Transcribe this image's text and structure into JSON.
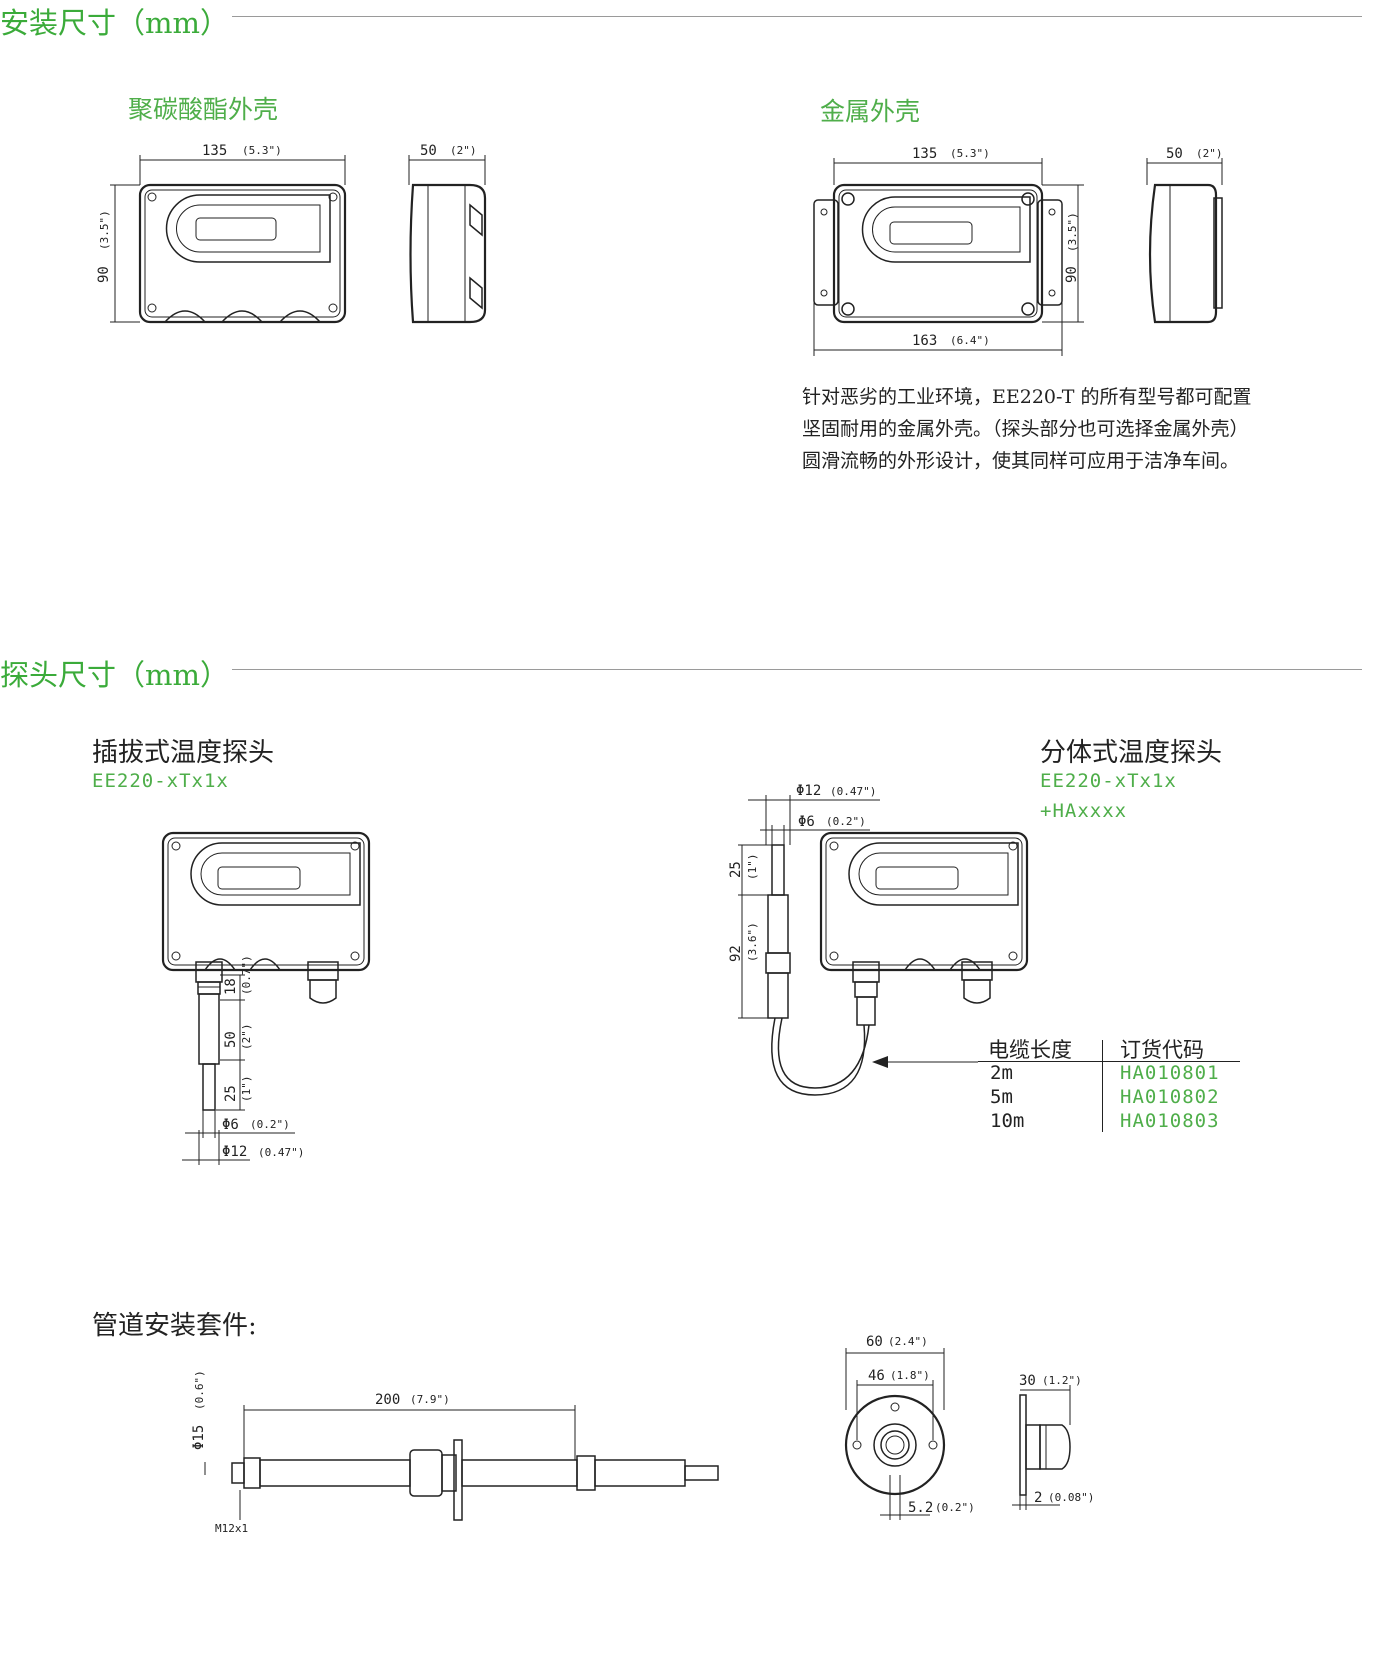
{
  "sections": {
    "install": "安装尺寸（mm）",
    "probe": "探头尺寸（mm）"
  },
  "install": {
    "poly_title": "聚碳酸酯外壳",
    "metal_title": "金属外壳",
    "poly_width": "135",
    "poly_width_in": "(5.3\")",
    "poly_height": "90",
    "poly_height_in": "(3.5\")",
    "poly_depth": "50",
    "poly_depth_in": "(2\")",
    "metal_width": "135",
    "metal_width_in": "(5.3\")",
    "metal_depth": "50",
    "metal_depth_in": "(2\")",
    "metal_height": "90",
    "metal_height_in": "(3.5\")",
    "metal_total": "163",
    "metal_total_in": "(6.4\")",
    "description": [
      "针对恶劣的工业环境，EE220-T 的所有型号都可配置",
      "坚固耐用的金属外壳。（探头部分也可选择金属外壳）",
      "圆滑流畅的外形设计，使其同样可应用于洁净车间。"
    ]
  },
  "probe": {
    "plug_title": "插拔式温度探头",
    "plug_code": "EE220-xTx1x",
    "remote_title": "分体式温度探头",
    "remote_code": "EE220-xTx1x",
    "remote_code2": "+HAxxxx",
    "plug_dims": {
      "d18": "18",
      "d18_in": "(0.7\")",
      "d50": "50",
      "d50_in": "(2\")",
      "d25": "25",
      "d25_in": "(1\")",
      "phi6": "Φ6",
      "phi6_in": "(0.2\")",
      "phi12": "Φ12",
      "phi12_in": "(0.47\")"
    },
    "remote_dims": {
      "phi12": "Φ12",
      "phi12_in": "(0.47\")",
      "phi6": "Φ6",
      "phi6_in": "(0.2\")",
      "d25": "25",
      "d25_in": "(1\")",
      "d92": "92",
      "d92_in": "(3.6\")"
    },
    "table": {
      "col1": "电缆长度",
      "col2": "订货代码",
      "rows": [
        {
          "len": "2m",
          "code": "HA010801"
        },
        {
          "len": "5m",
          "code": "HA010802"
        },
        {
          "len": "10m",
          "code": "HA010803"
        }
      ]
    }
  },
  "duct": {
    "title": "管道安装套件:",
    "phi15": "Φ15",
    "phi15_in": "(0.6\")",
    "len200": "200",
    "len200_in": "(7.9\")",
    "m12": "M12x1",
    "d60": "60",
    "d60_in": "(2.4\")",
    "d46": "46",
    "d46_in": "(1.8\")",
    "d30": "30",
    "d30_in": "(1.2\")",
    "d52": "5.2",
    "d52_in": "(0.2\")",
    "d2": "2",
    "d2_in": "(0.08\")"
  }
}
